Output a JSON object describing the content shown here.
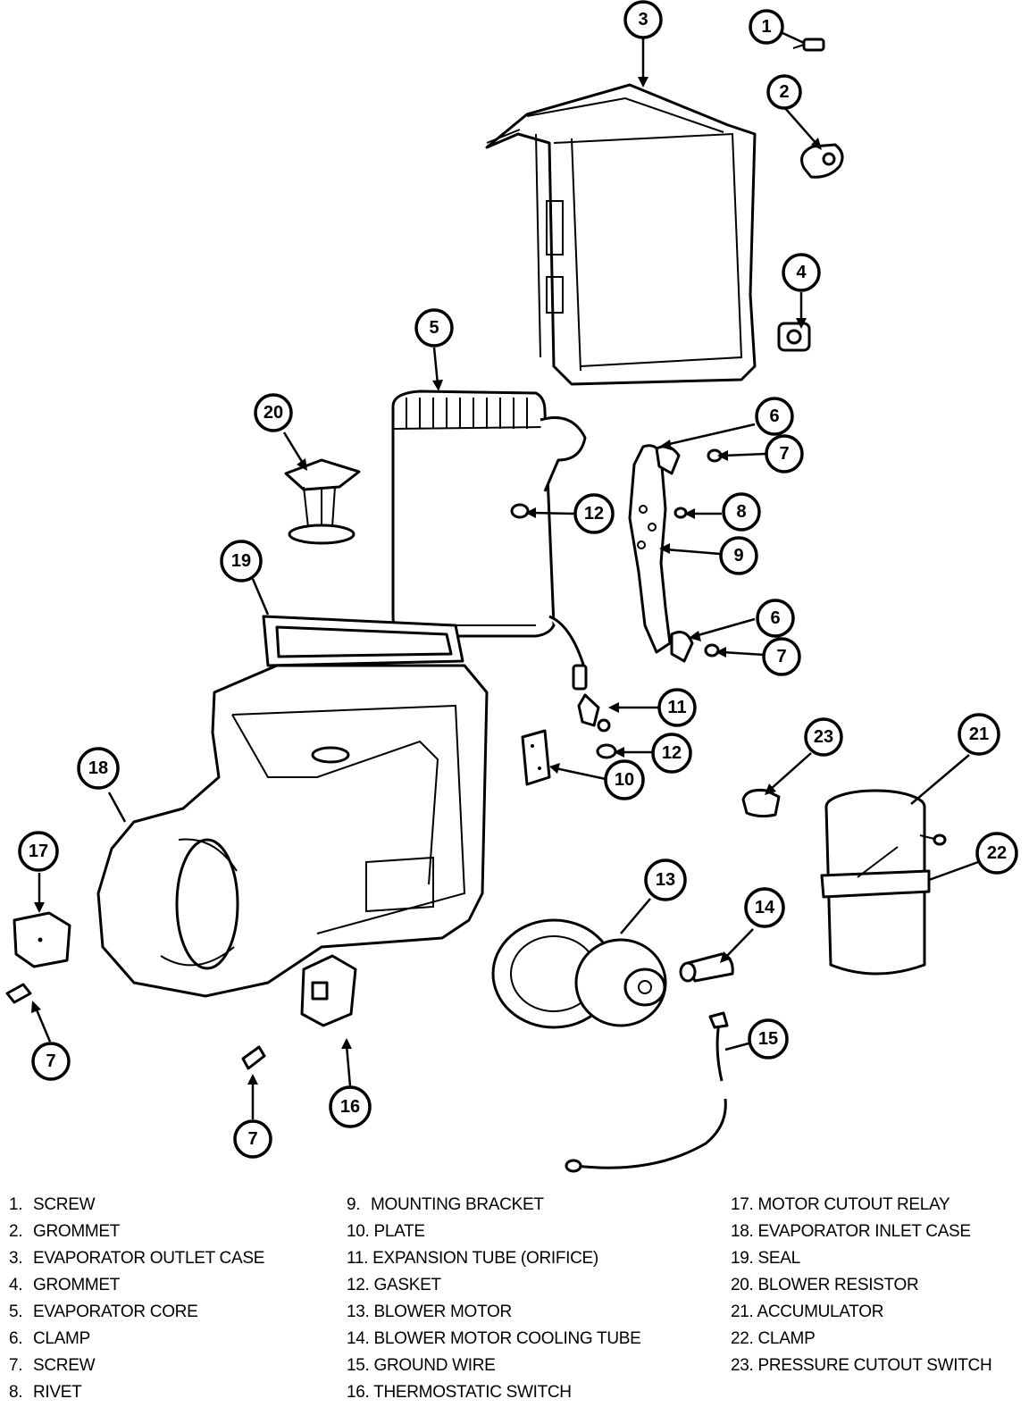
{
  "callouts": [
    {
      "label": "1"
    },
    {
      "label": "2"
    },
    {
      "label": "3"
    },
    {
      "label": "4"
    },
    {
      "label": "5"
    },
    {
      "label": "20"
    },
    {
      "label": "6"
    },
    {
      "label": "7"
    },
    {
      "label": "12"
    },
    {
      "label": "8"
    },
    {
      "label": "19"
    },
    {
      "label": "9"
    },
    {
      "label": "6"
    },
    {
      "label": "7"
    },
    {
      "label": "11"
    },
    {
      "label": "12"
    },
    {
      "label": "10"
    },
    {
      "label": "23"
    },
    {
      "label": "21"
    },
    {
      "label": "18"
    },
    {
      "label": "17"
    },
    {
      "label": "22"
    },
    {
      "label": "13"
    },
    {
      "label": "14"
    },
    {
      "label": "7"
    },
    {
      "label": "15"
    },
    {
      "label": "16"
    },
    {
      "label": "7"
    }
  ],
  "legend": {
    "col1": [
      {
        "num": "1.",
        "text": "SCREW"
      },
      {
        "num": "2.",
        "text": "GROMMET"
      },
      {
        "num": "3.",
        "text": "EVAPORATOR OUTLET CASE"
      },
      {
        "num": "4.",
        "text": "GROMMET"
      },
      {
        "num": "5.",
        "text": "EVAPORATOR CORE"
      },
      {
        "num": "6.",
        "text": "CLAMP"
      },
      {
        "num": "7.",
        "text": "SCREW"
      },
      {
        "num": "8.",
        "text": "RIVET"
      }
    ],
    "col2": [
      {
        "num": "9.",
        "text": "MOUNTING BRACKET"
      },
      {
        "num": "10.",
        "text": "PLATE"
      },
      {
        "num": "11.",
        "text": "EXPANSION TUBE (ORIFICE)"
      },
      {
        "num": "12.",
        "text": "GASKET"
      },
      {
        "num": "13.",
        "text": "BLOWER MOTOR"
      },
      {
        "num": "14.",
        "text": "BLOWER MOTOR COOLING TUBE"
      },
      {
        "num": "15.",
        "text": "GROUND WIRE"
      },
      {
        "num": "16.",
        "text": "THERMOSTATIC SWITCH"
      }
    ],
    "col3": [
      {
        "num": "17.",
        "text": "MOTOR CUTOUT RELAY"
      },
      {
        "num": "18.",
        "text": "EVAPORATOR INLET CASE"
      },
      {
        "num": "19.",
        "text": "SEAL"
      },
      {
        "num": "20.",
        "text": "BLOWER RESISTOR"
      },
      {
        "num": "21.",
        "text": "ACCUMULATOR"
      },
      {
        "num": "22.",
        "text": "CLAMP"
      },
      {
        "num": "23.",
        "text": "PRESSURE CUTOUT SWITCH"
      }
    ]
  }
}
